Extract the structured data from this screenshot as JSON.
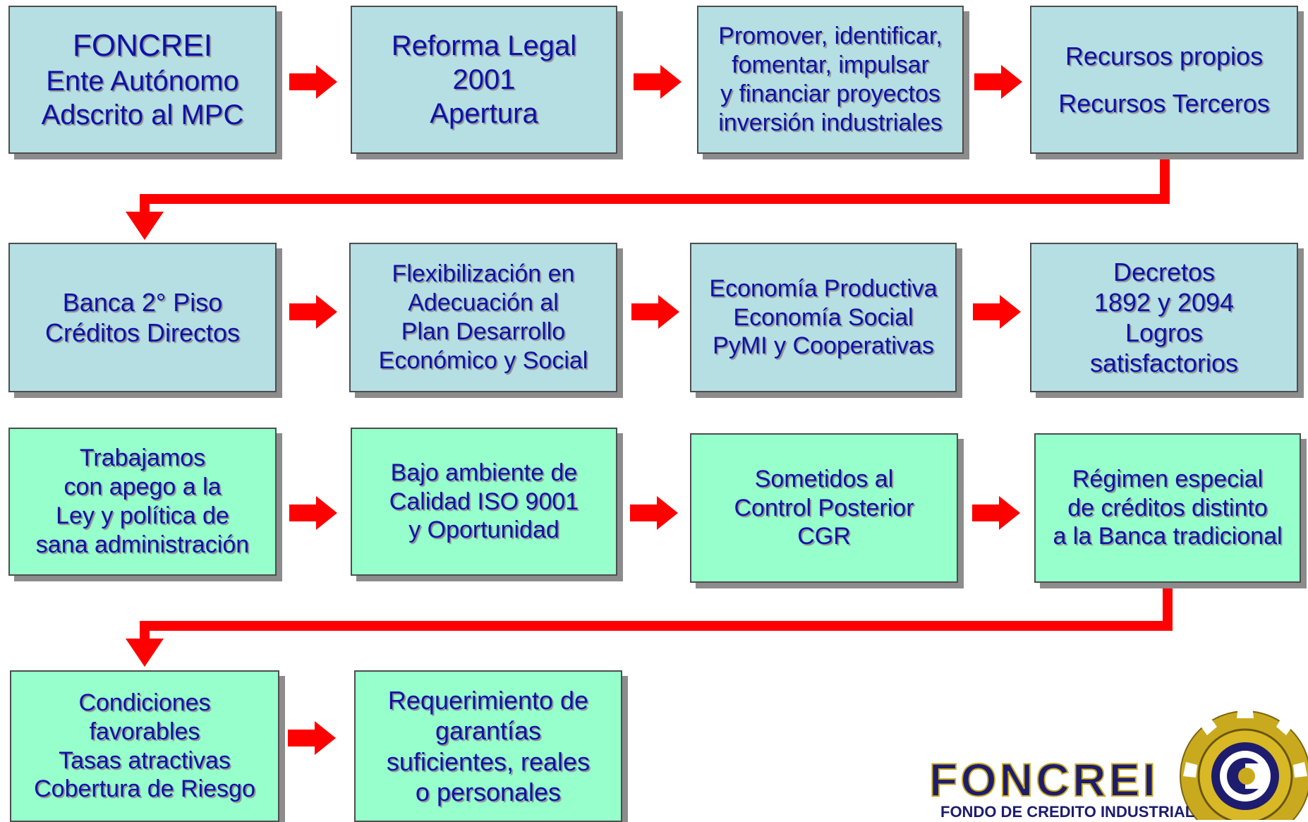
{
  "colors": {
    "row_blue": "#b6dfe3",
    "row_green": "#96ffcc",
    "text": "#0d12a8",
    "arrow": "#ff0000"
  },
  "rows": [
    [
      {
        "lines": [
          "FONCREI",
          "Ente Autónomo",
          "Adscrito al MPC"
        ]
      },
      {
        "lines": [
          "Reforma Legal",
          "2001",
          "Apertura"
        ]
      },
      {
        "lines": [
          "Promover, identificar,",
          "fomentar, impulsar",
          "y financiar proyectos",
          "inversión industriales"
        ]
      },
      {
        "lines": [
          "Recursos propios",
          "Recursos Terceros"
        ]
      }
    ],
    [
      {
        "lines": [
          "Banca 2° Piso",
          "Créditos Directos"
        ]
      },
      {
        "lines": [
          "Flexibilización en",
          "Adecuación al",
          "Plan Desarrollo",
          "Económico y Social"
        ]
      },
      {
        "lines": [
          "Economía Productiva",
          "Economía Social",
          "PyMI y Cooperativas"
        ]
      },
      {
        "lines": [
          "Decretos",
          "1892 y 2094",
          "Logros",
          "satisfactorios"
        ]
      }
    ],
    [
      {
        "lines": [
          "Trabajamos",
          "con apego a la",
          "Ley y política de",
          "sana administración"
        ]
      },
      {
        "lines": [
          "Bajo ambiente de",
          "Calidad ISO 9001",
          "y Oportunidad"
        ]
      },
      {
        "lines": [
          "Sometidos al",
          "Control Posterior",
          "CGR"
        ]
      },
      {
        "lines": [
          "Régimen especial",
          "de créditos distinto",
          "a la Banca tradicional"
        ]
      }
    ],
    [
      {
        "lines": [
          "Condiciones",
          "favorables",
          "Tasas atractivas",
          "Cobertura de Riesgo"
        ]
      },
      {
        "lines": [
          "Requerimiento de",
          "garantías",
          "suficientes, reales",
          "o personales"
        ]
      }
    ]
  ],
  "logo": {
    "name": "FONCREI",
    "subtitle": "FONDO DE CREDITO INDUSTRIAL",
    "icon": "gear-emblem-icon"
  }
}
